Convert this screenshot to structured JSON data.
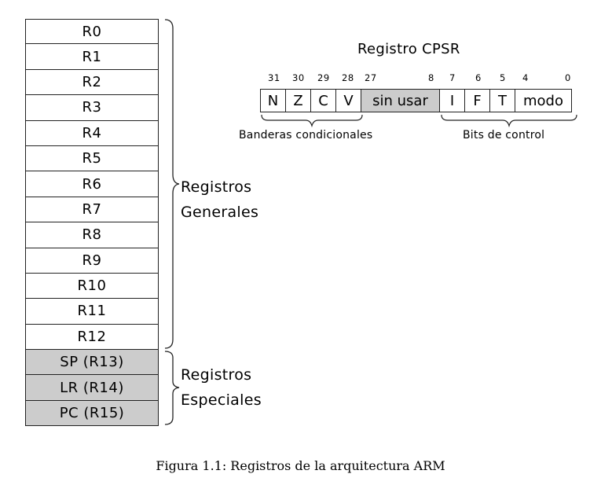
{
  "registers": {
    "general": [
      "R0",
      "R1",
      "R2",
      "R3",
      "R4",
      "R5",
      "R6",
      "R7",
      "R8",
      "R9",
      "R10",
      "R11",
      "R12"
    ],
    "special": [
      "SP (R13)",
      "LR (R14)",
      "PC (R15)"
    ],
    "general_label": [
      "Registros",
      "Generales"
    ],
    "special_label": [
      "Registros",
      "Especiales"
    ]
  },
  "cpsr": {
    "title": "Registro CPSR",
    "bit_numbers": [
      "31",
      "30",
      "29",
      "28",
      "27",
      "8",
      "7",
      "6",
      "5",
      "4",
      "0"
    ],
    "fields": [
      "N",
      "Z",
      "C",
      "V",
      "sin usar",
      "I",
      "F",
      "T",
      "modo"
    ],
    "flags_label": "Banderas condicionales",
    "control_label": "Bits de control"
  },
  "caption": "Figura 1.1: Registros de la arquitectura ARM",
  "colors": {
    "special_fill": "#cccccc",
    "line": "#222222"
  }
}
